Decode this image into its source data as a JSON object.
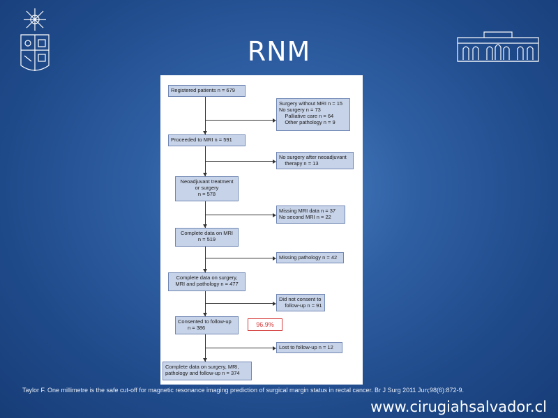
{
  "slide": {
    "title": "RNM",
    "citation": "Taylor F.  One millimetre is the safe cut-off for magnetic resonance imaging prediction of surgical margin status in rectal cancer. Br J Surg 2011 Jun;98(6):872-9.",
    "website": "www.cirugiahsalvador.cl",
    "highlight_label": "96.9%"
  },
  "flowchart": {
    "main": [
      {
        "lines": [
          "Registered patients n = 679"
        ]
      },
      {
        "lines": [
          "Proceeded to MRI n = 591"
        ]
      },
      {
        "lines": [
          "Neoadjuvant treatment",
          "or surgery",
          "n = 578"
        ]
      },
      {
        "lines": [
          "Complete data on MRI",
          "n = 519"
        ]
      },
      {
        "lines": [
          "Complete data on surgery,",
          "MRI and pathology n = 477"
        ]
      },
      {
        "lines": [
          "Consented to follow-up",
          "n = 386"
        ]
      },
      {
        "lines": [
          "Complete data on surgery, MRI,",
          "pathology and follow-up n = 374"
        ]
      }
    ],
    "exclusions": [
      {
        "lines": [
          "Surgery without MRI n = 15",
          "No surgery n = 73",
          "    Palliative care n = 64",
          "    Other pathology n = 9"
        ]
      },
      {
        "lines": [
          "No surgery after neoadjuvant",
          "    therapy n = 13"
        ]
      },
      {
        "lines": [
          "Missing MRI data n = 37",
          "No second MRI n = 22"
        ]
      },
      {
        "lines": [
          "Missing pathology n = 42"
        ]
      },
      {
        "lines": [
          "Did not consent to",
          "    follow-up n = 91"
        ]
      },
      {
        "lines": [
          "Lost to follow-up n = 12"
        ]
      }
    ]
  },
  "colors": {
    "box_fill": "#c7d3e8",
    "box_border": "#6f86b3",
    "highlight": "#d43a3a"
  }
}
